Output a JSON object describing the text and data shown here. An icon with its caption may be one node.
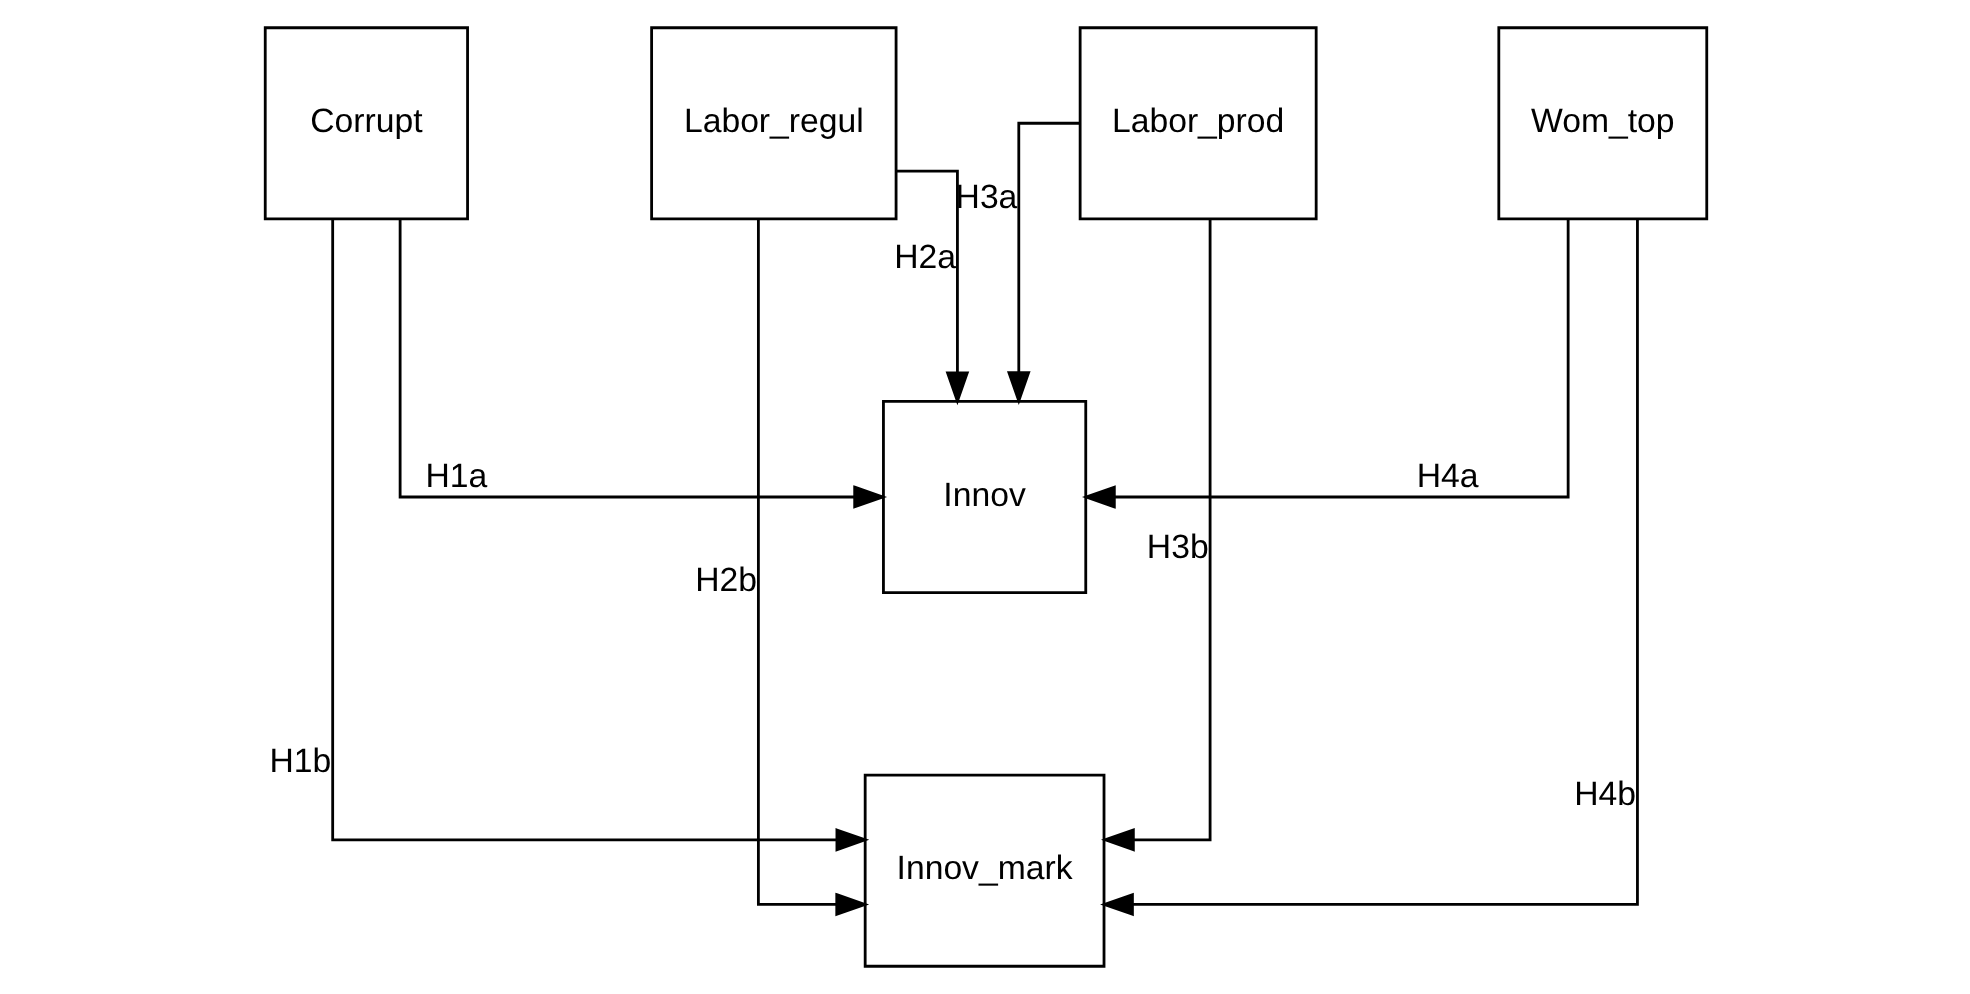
{
  "diagram": {
    "nodes": [
      {
        "text": [
          "Corrupt"
        ]
      },
      {
        "text": [
          "Labor_regul"
        ]
      },
      {
        "text": [
          "Labor_prod"
        ]
      },
      {
        "text": [
          "Wom_top"
        ]
      },
      {
        "text": [
          "Innov"
        ]
      },
      {
        "text": [
          "Innov_mark"
        ]
      }
    ],
    "edges": [
      {
        "from": 0,
        "to": 4,
        "arrow": "to",
        "label": "H1a"
      },
      {
        "from": 0,
        "to": 5,
        "arrow": "to",
        "label": "H1b"
      },
      {
        "from": 1,
        "to": 4,
        "arrow": "to",
        "label": "H2a"
      },
      {
        "from": 1,
        "to": 5,
        "arrow": "to",
        "label": "H2b"
      },
      {
        "from": 2,
        "to": 4,
        "arrow": "to",
        "label": "H3a"
      },
      {
        "from": 2,
        "to": 5,
        "arrow": "to",
        "label": "H3b"
      },
      {
        "from": 3,
        "to": 4,
        "arrow": "to",
        "label": "H4a"
      },
      {
        "from": 3,
        "to": 5,
        "arrow": "to",
        "label": "H4b"
      }
    ]
  }
}
